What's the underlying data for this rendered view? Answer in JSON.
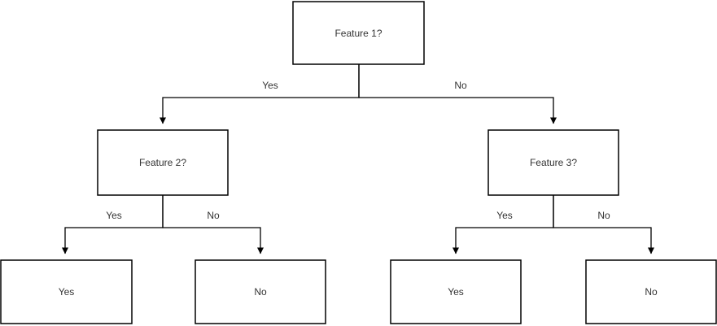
{
  "diagram": {
    "type": "decision-tree-flowchart",
    "colors": {
      "background": "#ffffff",
      "node_fill": "#ffffff",
      "node_stroke": "#000000",
      "edge_stroke": "#000000",
      "text": "#333333"
    },
    "nodes": {
      "root": {
        "label": "Feature 1?"
      },
      "left_branch": {
        "label": "Feature 2?"
      },
      "right_branch": {
        "label": "Feature 3?"
      },
      "leaf_left_yes": {
        "label": "Yes"
      },
      "leaf_left_no": {
        "label": "No"
      },
      "leaf_right_yes": {
        "label": "Yes"
      },
      "leaf_right_no": {
        "label": "No"
      }
    },
    "edges": {
      "root_to_left": {
        "label": "Yes"
      },
      "root_to_right": {
        "label": "No"
      },
      "left_to_leaf_yes": {
        "label": "Yes"
      },
      "left_to_leaf_no": {
        "label": "No"
      },
      "right_to_leaf_yes": {
        "label": "Yes"
      },
      "right_to_leaf_no": {
        "label": "No"
      }
    }
  }
}
